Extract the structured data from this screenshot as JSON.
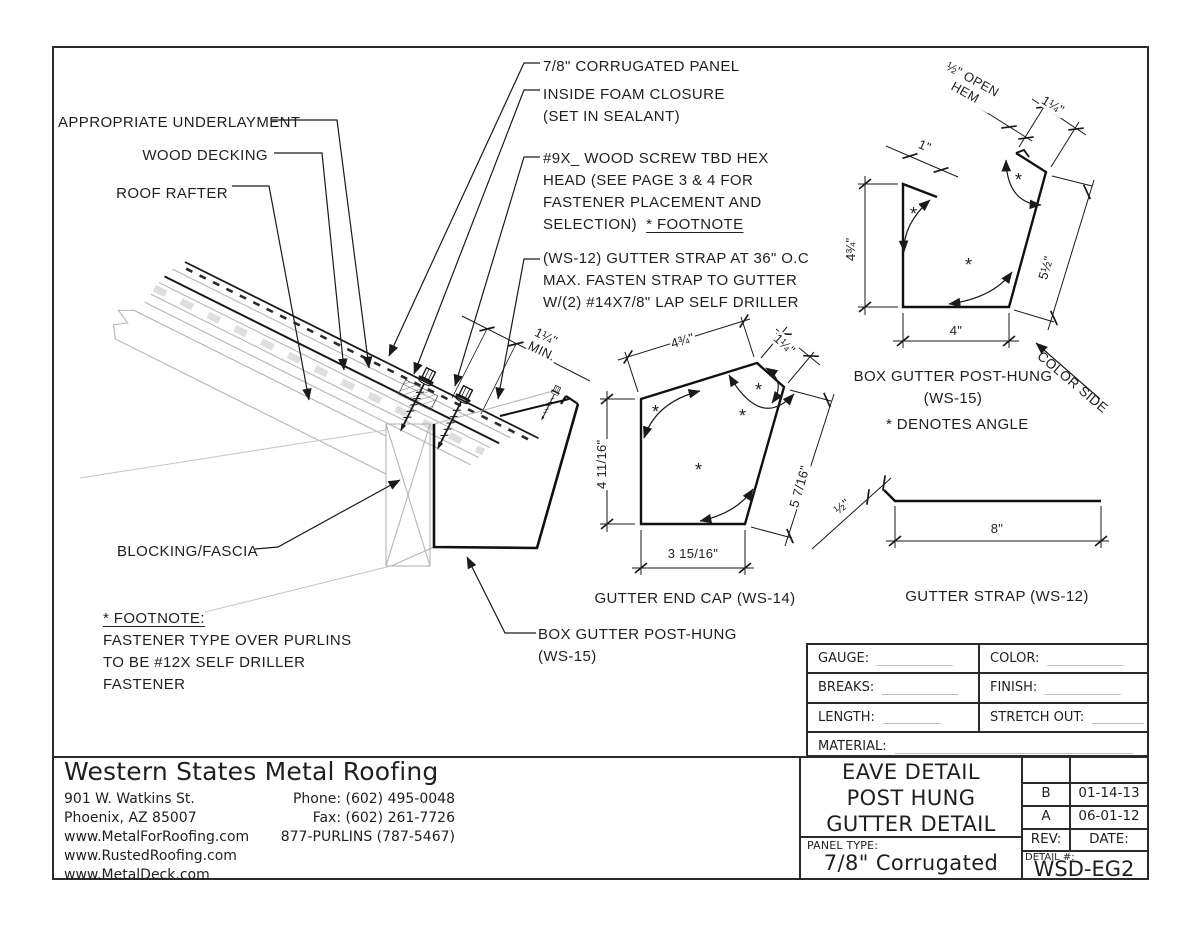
{
  "cad": {
    "asterisk": "*",
    "callouts": {
      "underlayment": "APPROPRIATE UNDERLAYMENT",
      "wood_decking": "WOOD DECKING",
      "roof_rafter": "ROOF RAFTER",
      "blocking_fascia": "BLOCKING/FASCIA",
      "corrugated_panel": "7/8\" CORRUGATED PANEL",
      "foam_closure_1": "INSIDE FOAM CLOSURE",
      "foam_closure_2": "(SET IN SEALANT)",
      "screw_1": "#9X_ WOOD SCREW TBD HEX",
      "screw_2": "HEAD (SEE PAGE 3 & 4 FOR",
      "screw_3": "FASTENER PLACEMENT AND",
      "screw_4": "SELECTION)",
      "screw_footnote": "* FOOTNOTE",
      "strap_note_1": "(WS-12) GUTTER STRAP AT 36\" O.C",
      "strap_note_2": "MAX. FASTEN STRAP TO GUTTER",
      "strap_note_3": "W/(2) #14X7/8\" LAP SELF DRILLER",
      "box_gutter_1": "BOX GUTTER POST-HUNG",
      "box_gutter_2": "(WS-15)",
      "min_clearance_1": "1¼\"",
      "min_clearance_2": "MIN."
    },
    "footnote": {
      "title": "* FOOTNOTE:",
      "line1": "FASTENER TYPE OVER PURLINS",
      "line2": "TO BE #12X SELF DRILLER",
      "line3": "FASTENER"
    },
    "ws15": {
      "title_1": "BOX GUTTER POST-HUNG",
      "title_2": "(WS-15)",
      "denotes_angle": "* DENOTES ANGLE",
      "color_side": "COLOR SIDE",
      "dim_open_hem_1": "½\" OPEN",
      "dim_open_hem_2": "HEM",
      "dim_hem": "1¼\"",
      "dim_lip": "1\"",
      "dim_left": "4¾\"",
      "dim_right": "5½\"",
      "dim_bottom": "4\""
    },
    "ws14": {
      "title": "GUTTER END CAP (WS-14)",
      "dim_top": "4¾\"",
      "dim_top_right": "1¼\"",
      "dim_left": "4 11/16\"",
      "dim_right": "5 7/16\"",
      "dim_bottom": "3 15/16\""
    },
    "ws12": {
      "title": "GUTTER STRAP (WS-12)",
      "dim_length": "8\"",
      "dim_hook": "½\""
    }
  },
  "company": {
    "name": "Western States Metal Roofing",
    "address_1": "901 W. Watkins St.",
    "address_2": "Phoenix, AZ 85007",
    "website_1": "www.MetalForRoofing.com",
    "website_2": "www.RustedRoofing.com",
    "website_3": "www.MetalDeck.com",
    "phone": "Phone: (602) 495-0048",
    "fax": "Fax: (602) 261-7726",
    "toll_free": "877-PURLINS (787-5467)"
  },
  "spec_form": {
    "gauge": "GAUGE:",
    "color": "COLOR:",
    "breaks": "BREAKS:",
    "finish": "FINISH:",
    "length": "LENGTH:",
    "stretch_out": "STRETCH OUT:",
    "material": "MATERIAL:"
  },
  "title_block": {
    "title_1": "EAVE DETAIL",
    "title_2": "POST HUNG",
    "title_3": "GUTTER DETAIL",
    "panel_type_label": "PANEL TYPE:",
    "panel_type_value": "7/8\" Corrugated",
    "rev_label": "REV:",
    "date_label": "DATE:",
    "revisions": [
      {
        "rev": "B",
        "date": "01-14-13"
      },
      {
        "rev": "A",
        "date": "06-01-12"
      }
    ],
    "detail_label": "DETAIL #:",
    "detail_value": "WSD-EG2"
  }
}
